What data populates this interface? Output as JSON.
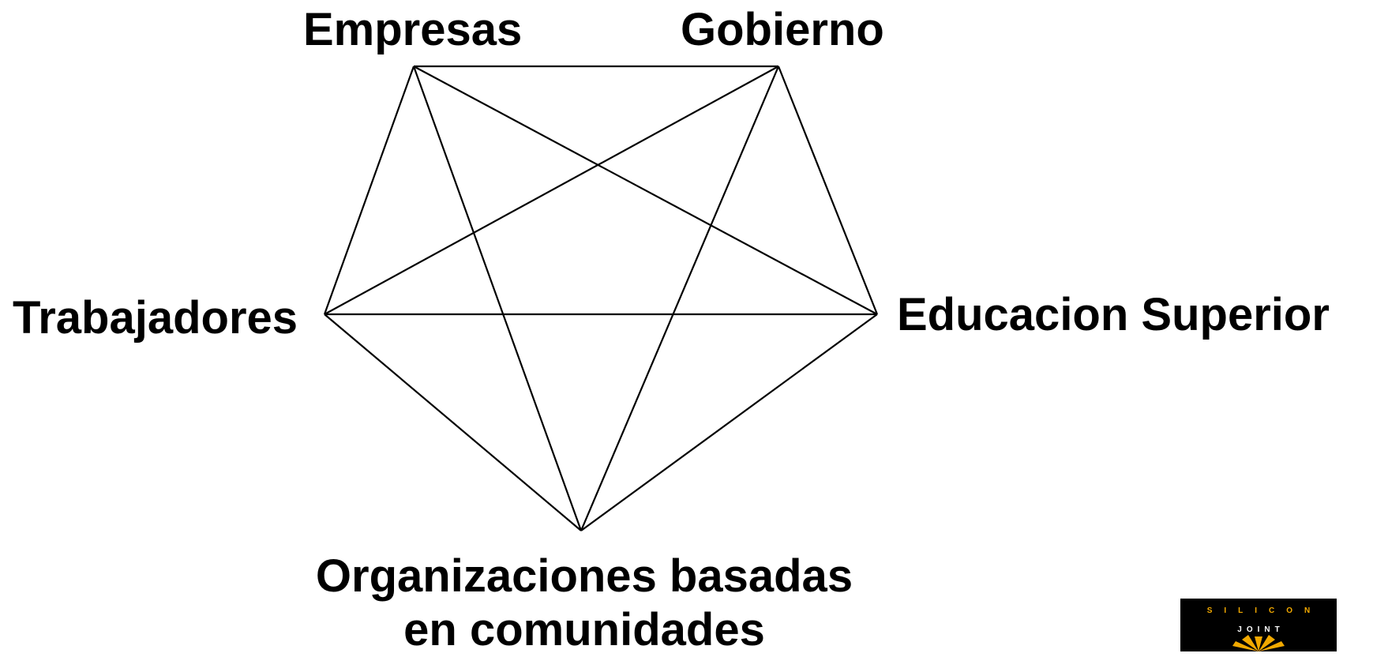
{
  "nodes": {
    "empresas": "Empresas",
    "gobierno": "Gobierno",
    "trabajadores": "Trabajadores",
    "educacion": "Educacion Superior",
    "organizaciones_line1": "Organizaciones basadas",
    "organizaciones_line2": "en comunidades"
  },
  "edges": [
    [
      "empresas",
      "gobierno"
    ],
    [
      "empresas",
      "trabajadores"
    ],
    [
      "empresas",
      "educacion"
    ],
    [
      "empresas",
      "organizaciones"
    ],
    [
      "gobierno",
      "trabajadores"
    ],
    [
      "gobierno",
      "educacion"
    ],
    [
      "gobierno",
      "organizaciones"
    ],
    [
      "trabajadores",
      "educacion"
    ],
    [
      "trabajadores",
      "organizaciones"
    ],
    [
      "educacion",
      "organizaciones"
    ]
  ],
  "logo": {
    "top_text": "SILICON",
    "bottom_text": "JOINT",
    "accent_color": "#f2a900",
    "background_color": "#000000"
  },
  "colors": {
    "line": "#000000",
    "text": "#000000",
    "background": "#ffffff"
  }
}
